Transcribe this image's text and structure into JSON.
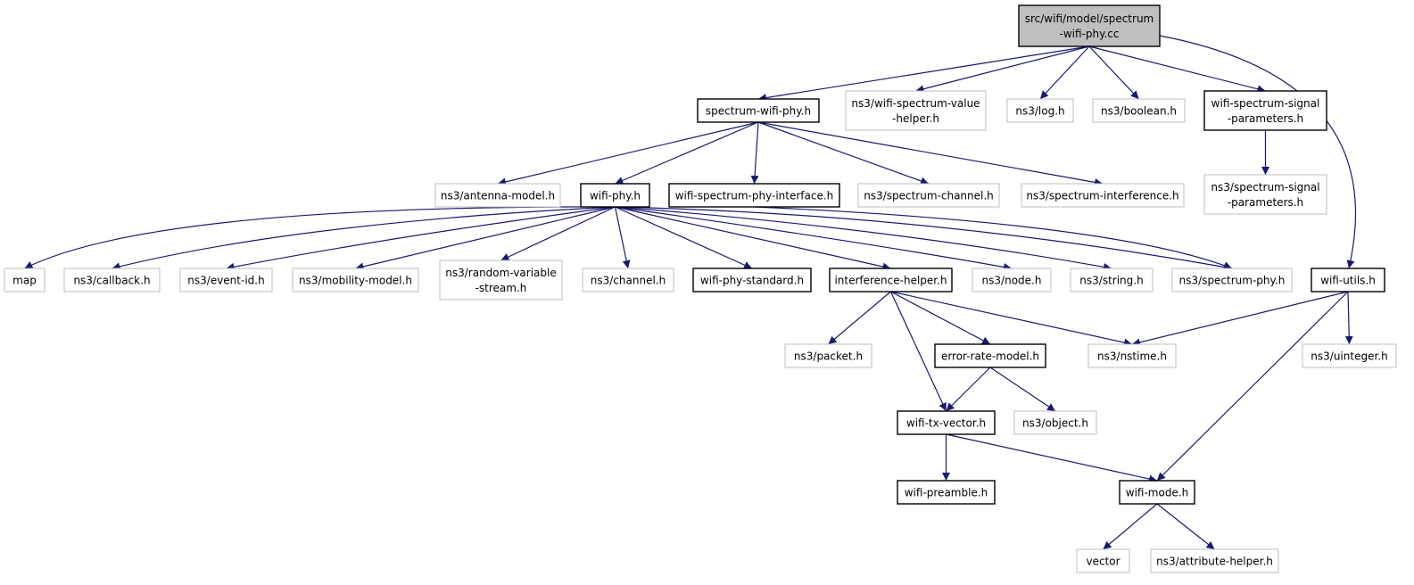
{
  "diagram": {
    "colors": {
      "edge": "#191970",
      "root_fill": "#bfbfbf",
      "documented_border": "#000000",
      "external_border": "#bfbfbf",
      "background": "#ffffff"
    },
    "nodes": [
      {
        "id": "root",
        "kind": "root",
        "lines": [
          "src/wifi/model/spectrum",
          "-wifi-phy.cc"
        ]
      },
      {
        "id": "spectrum-wifi-phy",
        "kind": "documented",
        "lines": [
          "spectrum-wifi-phy.h"
        ]
      },
      {
        "id": "wifi-spectrum-value-helper",
        "kind": "external",
        "lines": [
          "ns3/wifi-spectrum-value",
          "-helper.h"
        ]
      },
      {
        "id": "log",
        "kind": "external",
        "lines": [
          "ns3/log.h"
        ]
      },
      {
        "id": "boolean",
        "kind": "external",
        "lines": [
          "ns3/boolean.h"
        ]
      },
      {
        "id": "wifi-spectrum-signal-parameters",
        "kind": "documented",
        "lines": [
          "wifi-spectrum-signal",
          "-parameters.h"
        ]
      },
      {
        "id": "antenna-model",
        "kind": "external",
        "lines": [
          "ns3/antenna-model.h"
        ]
      },
      {
        "id": "wifi-phy",
        "kind": "documented",
        "lines": [
          "wifi-phy.h"
        ]
      },
      {
        "id": "wifi-spectrum-phy-interface",
        "kind": "documented",
        "lines": [
          "wifi-spectrum-phy-interface.h"
        ]
      },
      {
        "id": "spectrum-channel",
        "kind": "external",
        "lines": [
          "ns3/spectrum-channel.h"
        ]
      },
      {
        "id": "spectrum-interference",
        "kind": "external",
        "lines": [
          "ns3/spectrum-interference.h"
        ]
      },
      {
        "id": "ns3-spectrum-signal-parameters",
        "kind": "external",
        "lines": [
          "ns3/spectrum-signal",
          "-parameters.h"
        ]
      },
      {
        "id": "map",
        "kind": "external",
        "lines": [
          "map"
        ]
      },
      {
        "id": "callback",
        "kind": "external",
        "lines": [
          "ns3/callback.h"
        ]
      },
      {
        "id": "event-id",
        "kind": "external",
        "lines": [
          "ns3/event-id.h"
        ]
      },
      {
        "id": "mobility-model",
        "kind": "external",
        "lines": [
          "ns3/mobility-model.h"
        ]
      },
      {
        "id": "random-variable-stream",
        "kind": "external",
        "lines": [
          "ns3/random-variable",
          "-stream.h"
        ]
      },
      {
        "id": "channel",
        "kind": "external",
        "lines": [
          "ns3/channel.h"
        ]
      },
      {
        "id": "wifi-phy-standard",
        "kind": "documented",
        "lines": [
          "wifi-phy-standard.h"
        ]
      },
      {
        "id": "interference-helper",
        "kind": "documented",
        "lines": [
          "interference-helper.h"
        ]
      },
      {
        "id": "node",
        "kind": "external",
        "lines": [
          "ns3/node.h"
        ]
      },
      {
        "id": "string",
        "kind": "external",
        "lines": [
          "ns3/string.h"
        ]
      },
      {
        "id": "spectrum-phy",
        "kind": "external",
        "lines": [
          "ns3/spectrum-phy.h"
        ]
      },
      {
        "id": "wifi-utils",
        "kind": "documented",
        "lines": [
          "wifi-utils.h"
        ]
      },
      {
        "id": "packet",
        "kind": "external",
        "lines": [
          "ns3/packet.h"
        ]
      },
      {
        "id": "error-rate-model",
        "kind": "documented",
        "lines": [
          "error-rate-model.h"
        ]
      },
      {
        "id": "nstime",
        "kind": "external",
        "lines": [
          "ns3/nstime.h"
        ]
      },
      {
        "id": "uinteger",
        "kind": "external",
        "lines": [
          "ns3/uinteger.h"
        ]
      },
      {
        "id": "wifi-tx-vector",
        "kind": "documented",
        "lines": [
          "wifi-tx-vector.h"
        ]
      },
      {
        "id": "object",
        "kind": "external",
        "lines": [
          "ns3/object.h"
        ]
      },
      {
        "id": "wifi-preamble",
        "kind": "documented",
        "lines": [
          "wifi-preamble.h"
        ]
      },
      {
        "id": "wifi-mode",
        "kind": "documented",
        "lines": [
          "wifi-mode.h"
        ]
      },
      {
        "id": "vector",
        "kind": "external",
        "lines": [
          "vector"
        ]
      },
      {
        "id": "attribute-helper",
        "kind": "external",
        "lines": [
          "ns3/attribute-helper.h"
        ]
      }
    ],
    "edges": [
      [
        "root",
        "spectrum-wifi-phy"
      ],
      [
        "root",
        "wifi-spectrum-value-helper"
      ],
      [
        "root",
        "log"
      ],
      [
        "root",
        "boolean"
      ],
      [
        "root",
        "wifi-spectrum-signal-parameters"
      ],
      [
        "root",
        "wifi-utils"
      ],
      [
        "spectrum-wifi-phy",
        "antenna-model"
      ],
      [
        "spectrum-wifi-phy",
        "wifi-phy"
      ],
      [
        "spectrum-wifi-phy",
        "wifi-spectrum-phy-interface"
      ],
      [
        "spectrum-wifi-phy",
        "spectrum-channel"
      ],
      [
        "spectrum-wifi-phy",
        "spectrum-interference"
      ],
      [
        "wifi-spectrum-signal-parameters",
        "ns3-spectrum-signal-parameters"
      ],
      [
        "wifi-phy",
        "map"
      ],
      [
        "wifi-phy",
        "callback"
      ],
      [
        "wifi-phy",
        "event-id"
      ],
      [
        "wifi-phy",
        "mobility-model"
      ],
      [
        "wifi-phy",
        "random-variable-stream"
      ],
      [
        "wifi-phy",
        "channel"
      ],
      [
        "wifi-phy",
        "wifi-phy-standard"
      ],
      [
        "wifi-phy",
        "interference-helper"
      ],
      [
        "wifi-phy",
        "node"
      ],
      [
        "wifi-phy",
        "string"
      ],
      [
        "wifi-phy",
        "spectrum-phy"
      ],
      [
        "wifi-spectrum-phy-interface",
        "spectrum-phy"
      ],
      [
        "interference-helper",
        "packet"
      ],
      [
        "interference-helper",
        "error-rate-model"
      ],
      [
        "interference-helper",
        "nstime"
      ],
      [
        "interference-helper",
        "wifi-tx-vector"
      ],
      [
        "wifi-utils",
        "nstime"
      ],
      [
        "wifi-utils",
        "uinteger"
      ],
      [
        "wifi-utils",
        "wifi-mode"
      ],
      [
        "error-rate-model",
        "wifi-tx-vector"
      ],
      [
        "error-rate-model",
        "object"
      ],
      [
        "wifi-tx-vector",
        "wifi-preamble"
      ],
      [
        "wifi-tx-vector",
        "wifi-mode"
      ],
      [
        "wifi-mode",
        "vector"
      ],
      [
        "wifi-mode",
        "attribute-helper"
      ]
    ]
  }
}
